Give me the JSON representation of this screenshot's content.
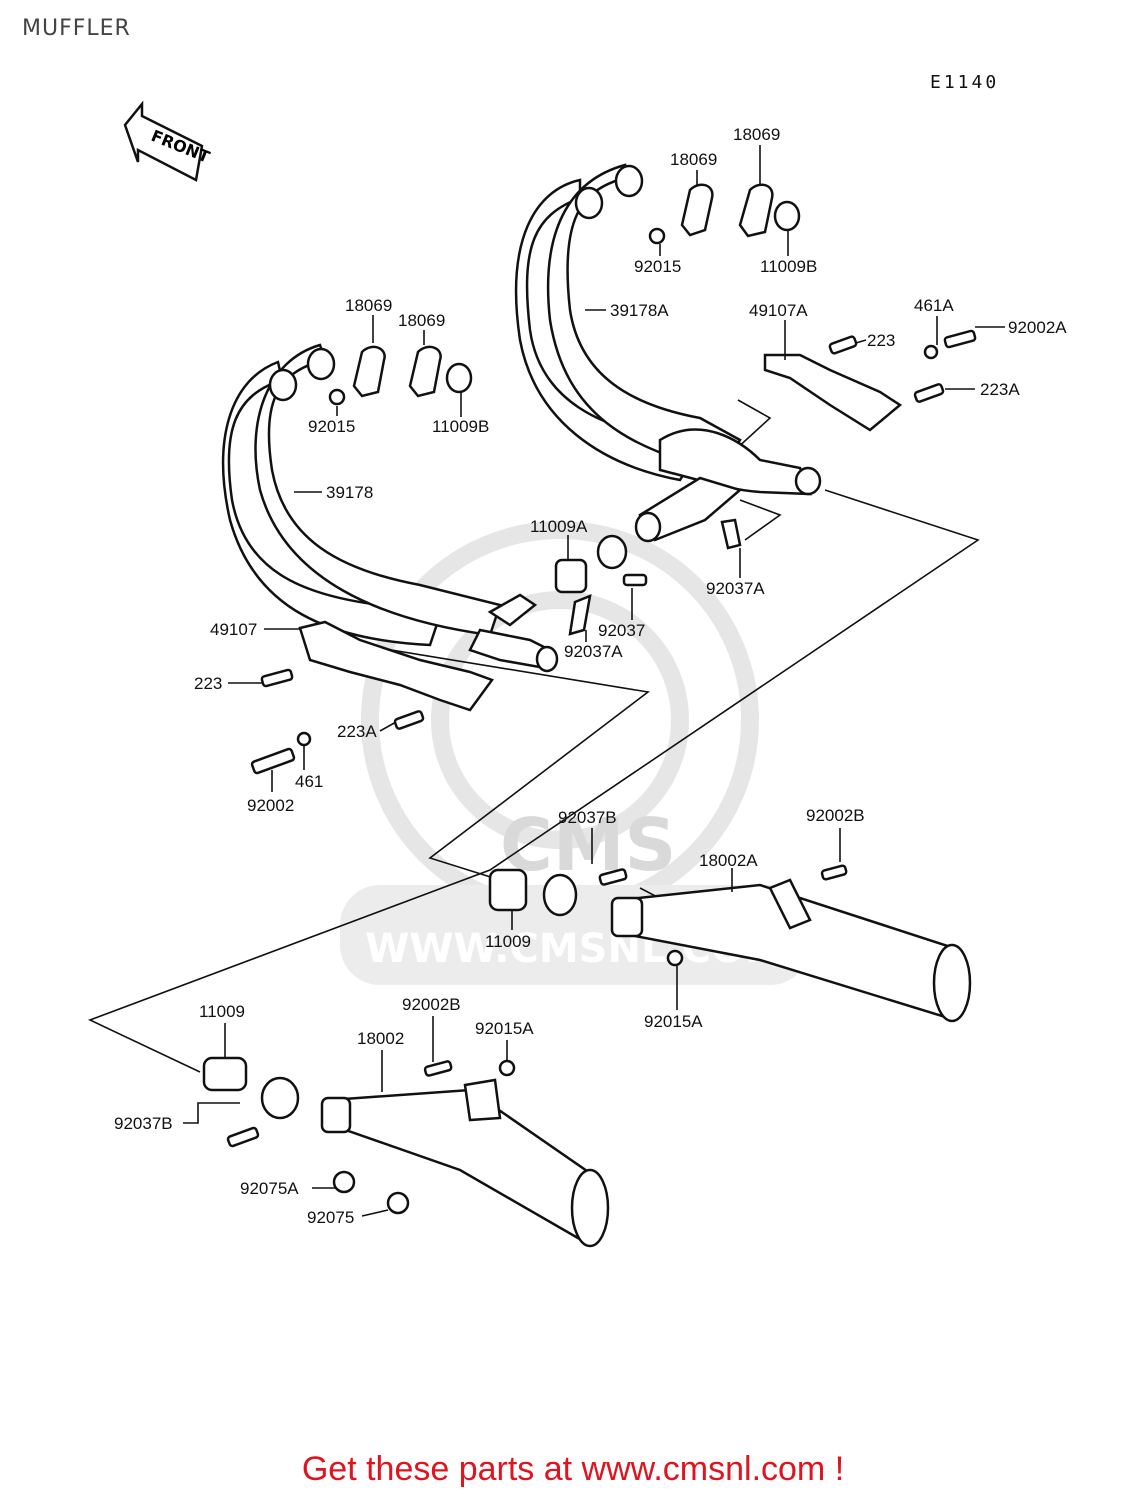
{
  "page": {
    "title": "MUFFLER",
    "diagram_code": "E1140",
    "front_arrow": "FRONT",
    "footer": "Get these parts at www.cmsnl.com !"
  },
  "watermark": {
    "logo_text": "CMS",
    "url_text": "WWW.CMSNL.COM"
  },
  "labels": {
    "p18069_a": "18069",
    "p18069_b": "18069",
    "p92015_top": "92015",
    "p11009B_top": "11009B",
    "p39178A": "39178A",
    "p49107A": "49107A",
    "p223_top": "223",
    "p461A": "461A",
    "p92002A": "92002A",
    "p223A_top": "223A",
    "p18069_c": "18069",
    "p18069_d": "18069",
    "p92015_left": "92015",
    "p11009B_left": "11009B",
    "p39178": "39178",
    "p11009A": "11009A",
    "p92037A_top": "92037A",
    "p92037": "92037",
    "p92037A_mid": "92037A",
    "p49107": "49107",
    "p223_left": "223",
    "p223A_left": "223A",
    "p461": "461",
    "p92002": "92002",
    "p92037B_right": "92037B",
    "p92002B_right": "92002B",
    "p18002A": "18002A",
    "p11009_mid": "11009",
    "p92015A_right": "92015A",
    "p11009_left": "11009",
    "p92002B_left": "92002B",
    "p92015A_left": "92015A",
    "p18002": "18002",
    "p92037B_left": "92037B",
    "p92075A": "92075A",
    "p92075": "92075"
  }
}
